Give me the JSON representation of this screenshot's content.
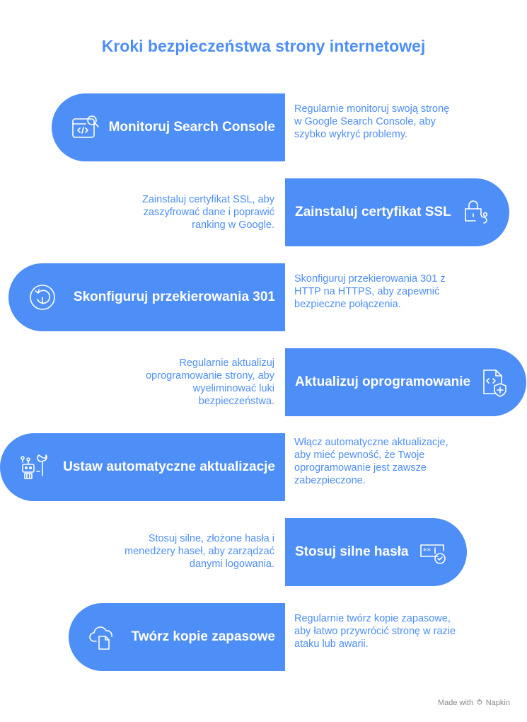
{
  "title": "Kroki bezpieczeństwa strony internetowej",
  "steps": [
    {
      "label": "Monitoruj Search Console",
      "icon": "code-search-icon",
      "description": "Regularnie monitoruj swoją stronę w Google Search Console, aby szybko wykryć problemy."
    },
    {
      "label": "Zainstaluj certyfikat SSL",
      "icon": "padlock-icon",
      "description": "Zainstaluj certyfikat SSL, aby zaszyfrować dane i poprawić ranking w Google."
    },
    {
      "label": "Skonfiguruj przekierowania 301",
      "icon": "redirect-icon",
      "description": "Skonfiguruj przekierowania 301 z HTTP na HTTPS, aby zapewnić bezpieczne połączenia."
    },
    {
      "label": "Aktualizuj oprogramowanie",
      "icon": "code-file-plus-icon",
      "description": "Regularnie aktualizuj oprogramowanie strony, aby wyeliminować luki bezpieczeństwa."
    },
    {
      "label": "Ustaw automatyczne aktualizacje",
      "icon": "robot-wrench-icon",
      "description": "Włącz automatyczne aktualizacje, aby mieć pewność, że Twoje oprogramowanie jest zawsze zabezpieczone."
    },
    {
      "label": "Stosuj silne hasła",
      "icon": "password-check-icon",
      "description": "Stosuj silne, złożone hasła i menedżery haseł, aby zarządzać danymi logowania."
    },
    {
      "label": "Twórz kopie zapasowe",
      "icon": "cloud-backup-icon",
      "description": "Regularnie twórz kopie zapasowe, aby łatwo przywrócić stronę w razie ataku lub awarii."
    }
  ],
  "footer": {
    "made_with": "Made with",
    "brand": "Napkin"
  },
  "colors": {
    "accent": "#4e8ef7",
    "text_on_accent": "#ffffff",
    "footer_text": "#8a8a8a"
  }
}
